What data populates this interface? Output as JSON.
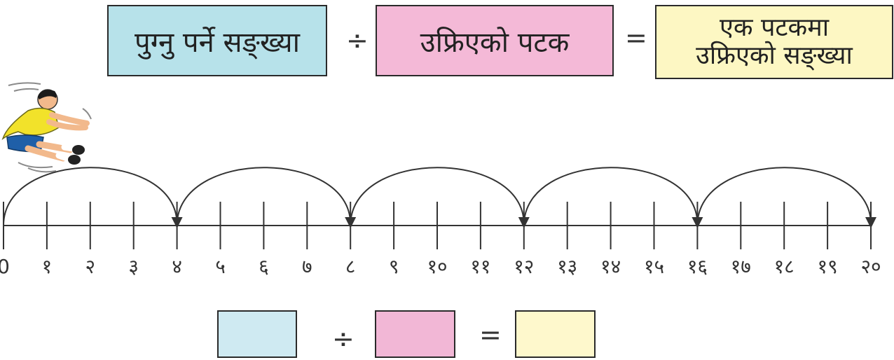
{
  "equation": {
    "term1": "पुग्नु पर्ने सङ्ख्या",
    "divide": "÷",
    "term2": "उफ्रिएको पटक",
    "equals": "=",
    "result_line1": "एक पटकमा",
    "result_line2": "उफ्रिएको सङ्ख्या"
  },
  "number_line": {
    "labels": [
      "0",
      "१",
      "२",
      "३",
      "४",
      "५",
      "६",
      "७",
      "८",
      "९",
      "१०",
      "११",
      "१२",
      "१३",
      "१४",
      "१५",
      "१६",
      "१७",
      "१८",
      "१९",
      "२०"
    ],
    "jump_size": 4,
    "jumps": [
      [
        0,
        4
      ],
      [
        4,
        8
      ],
      [
        8,
        12
      ],
      [
        12,
        16
      ],
      [
        16,
        20
      ]
    ]
  },
  "answer_row": {
    "divide": "÷",
    "equals": "="
  },
  "colors": {
    "blue": "#b7e2ea",
    "pink": "#f4b9d7",
    "yellow": "#fdf7c3",
    "jersey": "#f2e22a",
    "shorts": "#1f5fa8"
  }
}
